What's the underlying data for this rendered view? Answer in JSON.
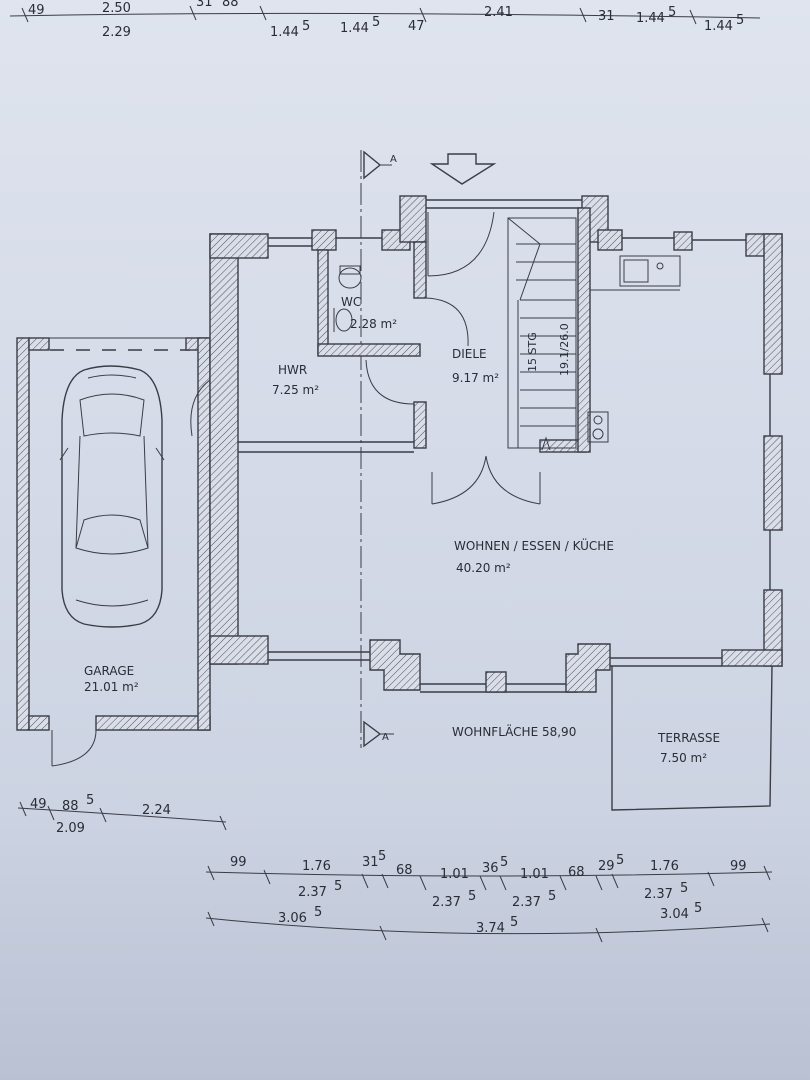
{
  "top_dims": {
    "upper": [
      "49",
      "2.50",
      "31",
      "88",
      "2.41",
      "31",
      "1.44",
      "5",
      "1.44",
      "5"
    ],
    "lower": [
      "2.29",
      "1.44",
      "5",
      "1.44",
      "5",
      "47"
    ]
  },
  "rooms": {
    "wc": {
      "name": "WC",
      "area": "2.28 m²"
    },
    "hwr": {
      "name": "HWR",
      "area": "7.25 m²"
    },
    "diele": {
      "name": "DIELE",
      "area": "9.17 m²"
    },
    "stair": {
      "steps": "15 STG",
      "ratio": "19.1/26.0"
    },
    "wohnen": {
      "name": "WOHNEN / ESSEN / KÜCHE",
      "area": "40.20 m²"
    },
    "garage": {
      "name": "GARAGE",
      "area": "21.01 m²"
    },
    "terrasse": {
      "name": "TERRASSE",
      "area": "7.50 m²"
    }
  },
  "section_label": "A",
  "wohnflaeche": "WOHNFLÄCHE 58,90",
  "bottom_dims": {
    "garage_row1": [
      "49",
      "88",
      "5",
      "2.24"
    ],
    "garage_row2": "2.09",
    "row1": [
      "99",
      "1.76",
      "31",
      "5",
      "68",
      "1.01",
      "36",
      "5",
      "1.01",
      "68",
      "29",
      "5",
      "1.76",
      "99"
    ],
    "row2": [
      "2.37",
      "5",
      "2.37",
      "5",
      "2.37",
      "5",
      "2.37",
      "5"
    ],
    "row3": [
      "3.06",
      "5",
      "3.74",
      "5",
      "3.04",
      "5"
    ]
  }
}
